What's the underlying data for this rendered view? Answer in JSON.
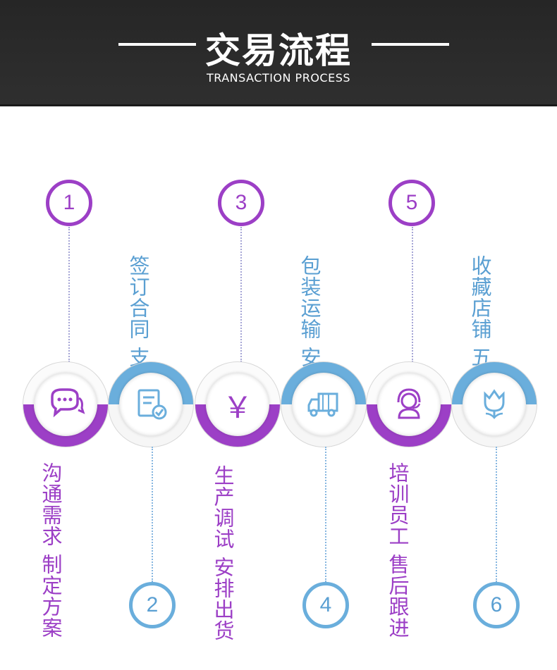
{
  "header": {
    "title": "交易流程",
    "subtitle": "TRANSACTION PROCESS"
  },
  "steps": [
    {
      "number": "1",
      "label": "沟通需求 制定方案"
    },
    {
      "number": "2",
      "label": "签订合同 支付定金"
    },
    {
      "number": "3",
      "label": "生产调试 安排出货"
    },
    {
      "number": "4",
      "label": "包装运输 安装调试"
    },
    {
      "number": "5",
      "label": "培训员工 售后跟进"
    },
    {
      "number": "6",
      "label": "收藏店铺 五星好评"
    }
  ],
  "icons": [
    "chat-icon",
    "contract-icon",
    "yen-icon",
    "truck-icon",
    "headset-icon",
    "tulip-icon"
  ],
  "yen_symbol": "￥",
  "colors": {
    "purple": "#9c3fc6",
    "blue": "#6aaedc",
    "header": "#2b2b2b"
  }
}
